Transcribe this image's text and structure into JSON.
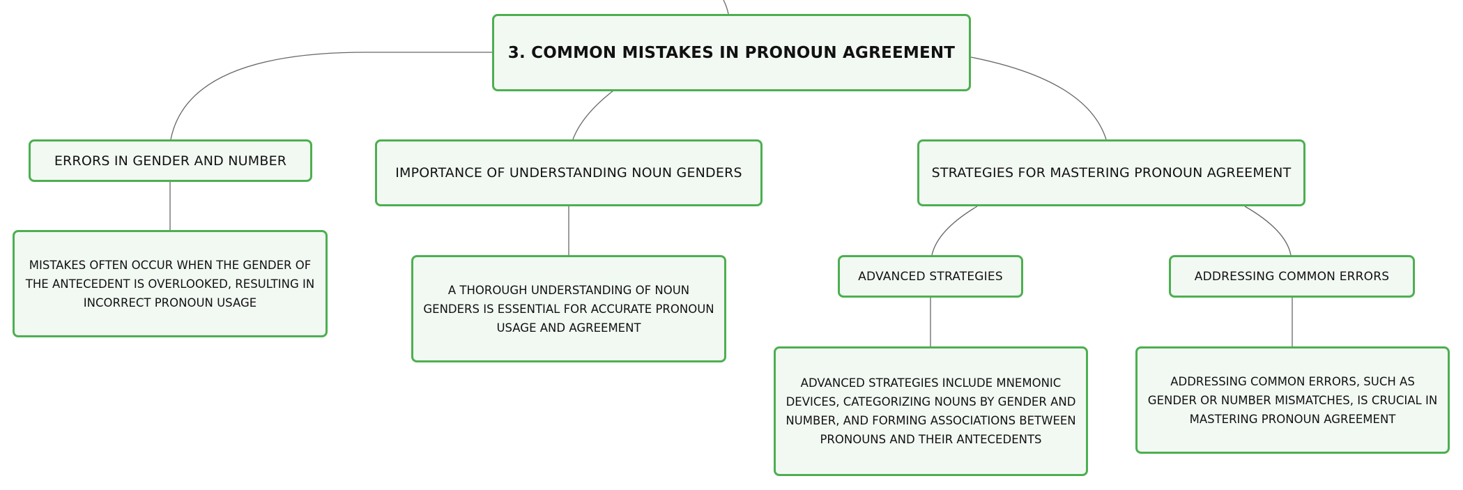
{
  "mindmap": {
    "root": {
      "label": "3. COMMON MISTAKES IN PRONOUN AGREEMENT"
    },
    "branches": [
      {
        "label": "ERRORS IN GENDER AND NUMBER",
        "detail": "MISTAKES OFTEN OCCUR WHEN THE GENDER OF THE ANTECEDENT IS OVERLOOKED, RESULTING IN INCORRECT PRONOUN USAGE"
      },
      {
        "label": "IMPORTANCE OF UNDERSTANDING NOUN GENDERS",
        "detail": "A THOROUGH UNDERSTANDING OF NOUN GENDERS IS ESSENTIAL FOR ACCURATE PRONOUN USAGE AND AGREEMENT"
      },
      {
        "label": "STRATEGIES FOR MASTERING PRONOUN AGREEMENT",
        "children": [
          {
            "label": "ADVANCED STRATEGIES",
            "detail": "ADVANCED STRATEGIES INCLUDE MNEMONIC DEVICES, CATEGORIZING NOUNS BY GENDER AND NUMBER, AND FORMING ASSOCIATIONS BETWEEN PRONOUNS AND THEIR ANTECEDENTS"
          },
          {
            "label": "ADDRESSING COMMON ERRORS",
            "detail": "ADDRESSING COMMON ERRORS, SUCH AS GENDER OR NUMBER MISMATCHES, IS CRUCIAL IN MASTERING PRONOUN AGREEMENT"
          }
        ]
      }
    ]
  },
  "colors": {
    "node_border": "#4caf50",
    "node_fill": "#f2f9f3",
    "connector": "#666666",
    "text": "#111111"
  }
}
